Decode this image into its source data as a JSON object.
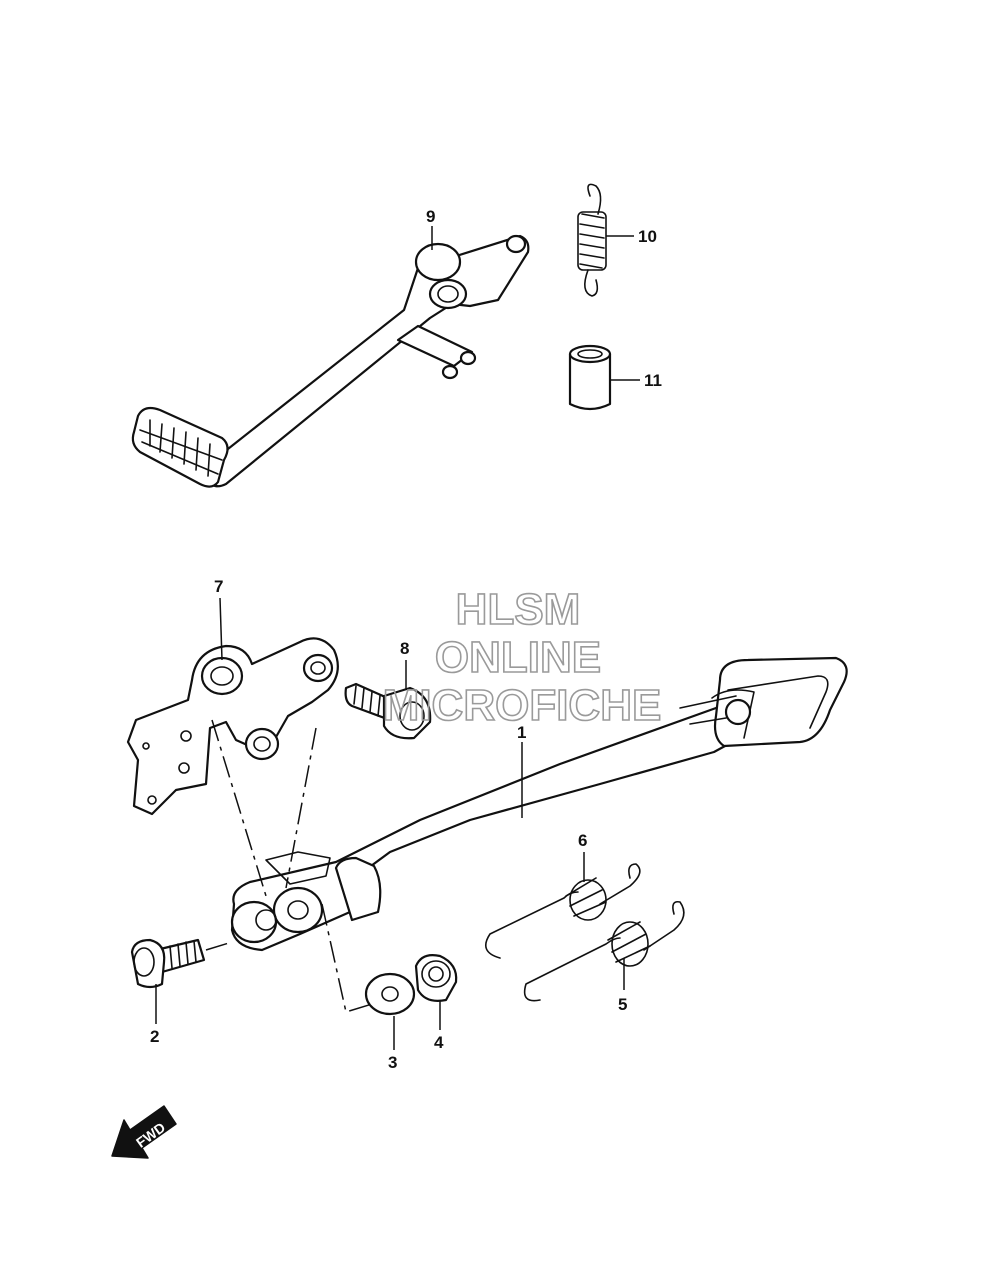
{
  "diagram": {
    "callouts": [
      "1",
      "2",
      "3",
      "4",
      "5",
      "6",
      "7",
      "8",
      "9",
      "10",
      "11"
    ]
  },
  "watermark": {
    "line1": "HLSM",
    "line2": "ONLINE",
    "line3": "MICROFICHE"
  },
  "direction_arrow": {
    "label": "FWD",
    "icon": "forward-arrow-icon"
  }
}
